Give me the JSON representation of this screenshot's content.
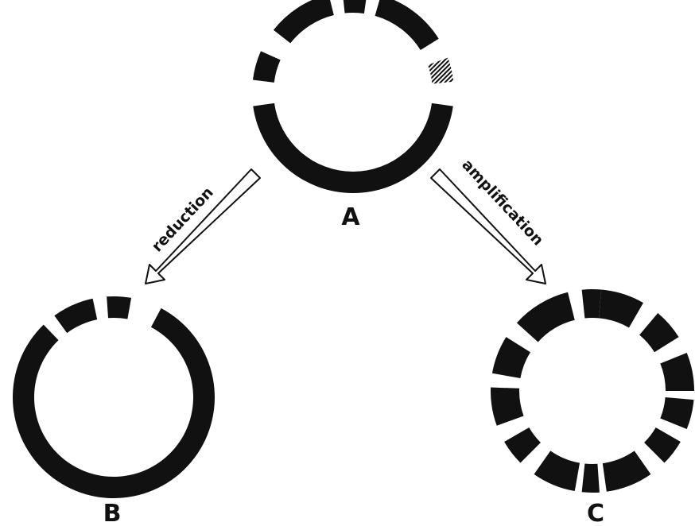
{
  "diagram": {
    "nodes": [
      {
        "id": "A",
        "label": "A"
      },
      {
        "id": "B",
        "label": "B"
      },
      {
        "id": "C",
        "label": "C"
      }
    ],
    "edges": [
      {
        "from": "A",
        "to": "B",
        "label": "reduction"
      },
      {
        "from": "A",
        "to": "C",
        "label": "amplification"
      }
    ],
    "colors": {
      "ink": "#111111",
      "background": "#ffffff"
    }
  }
}
